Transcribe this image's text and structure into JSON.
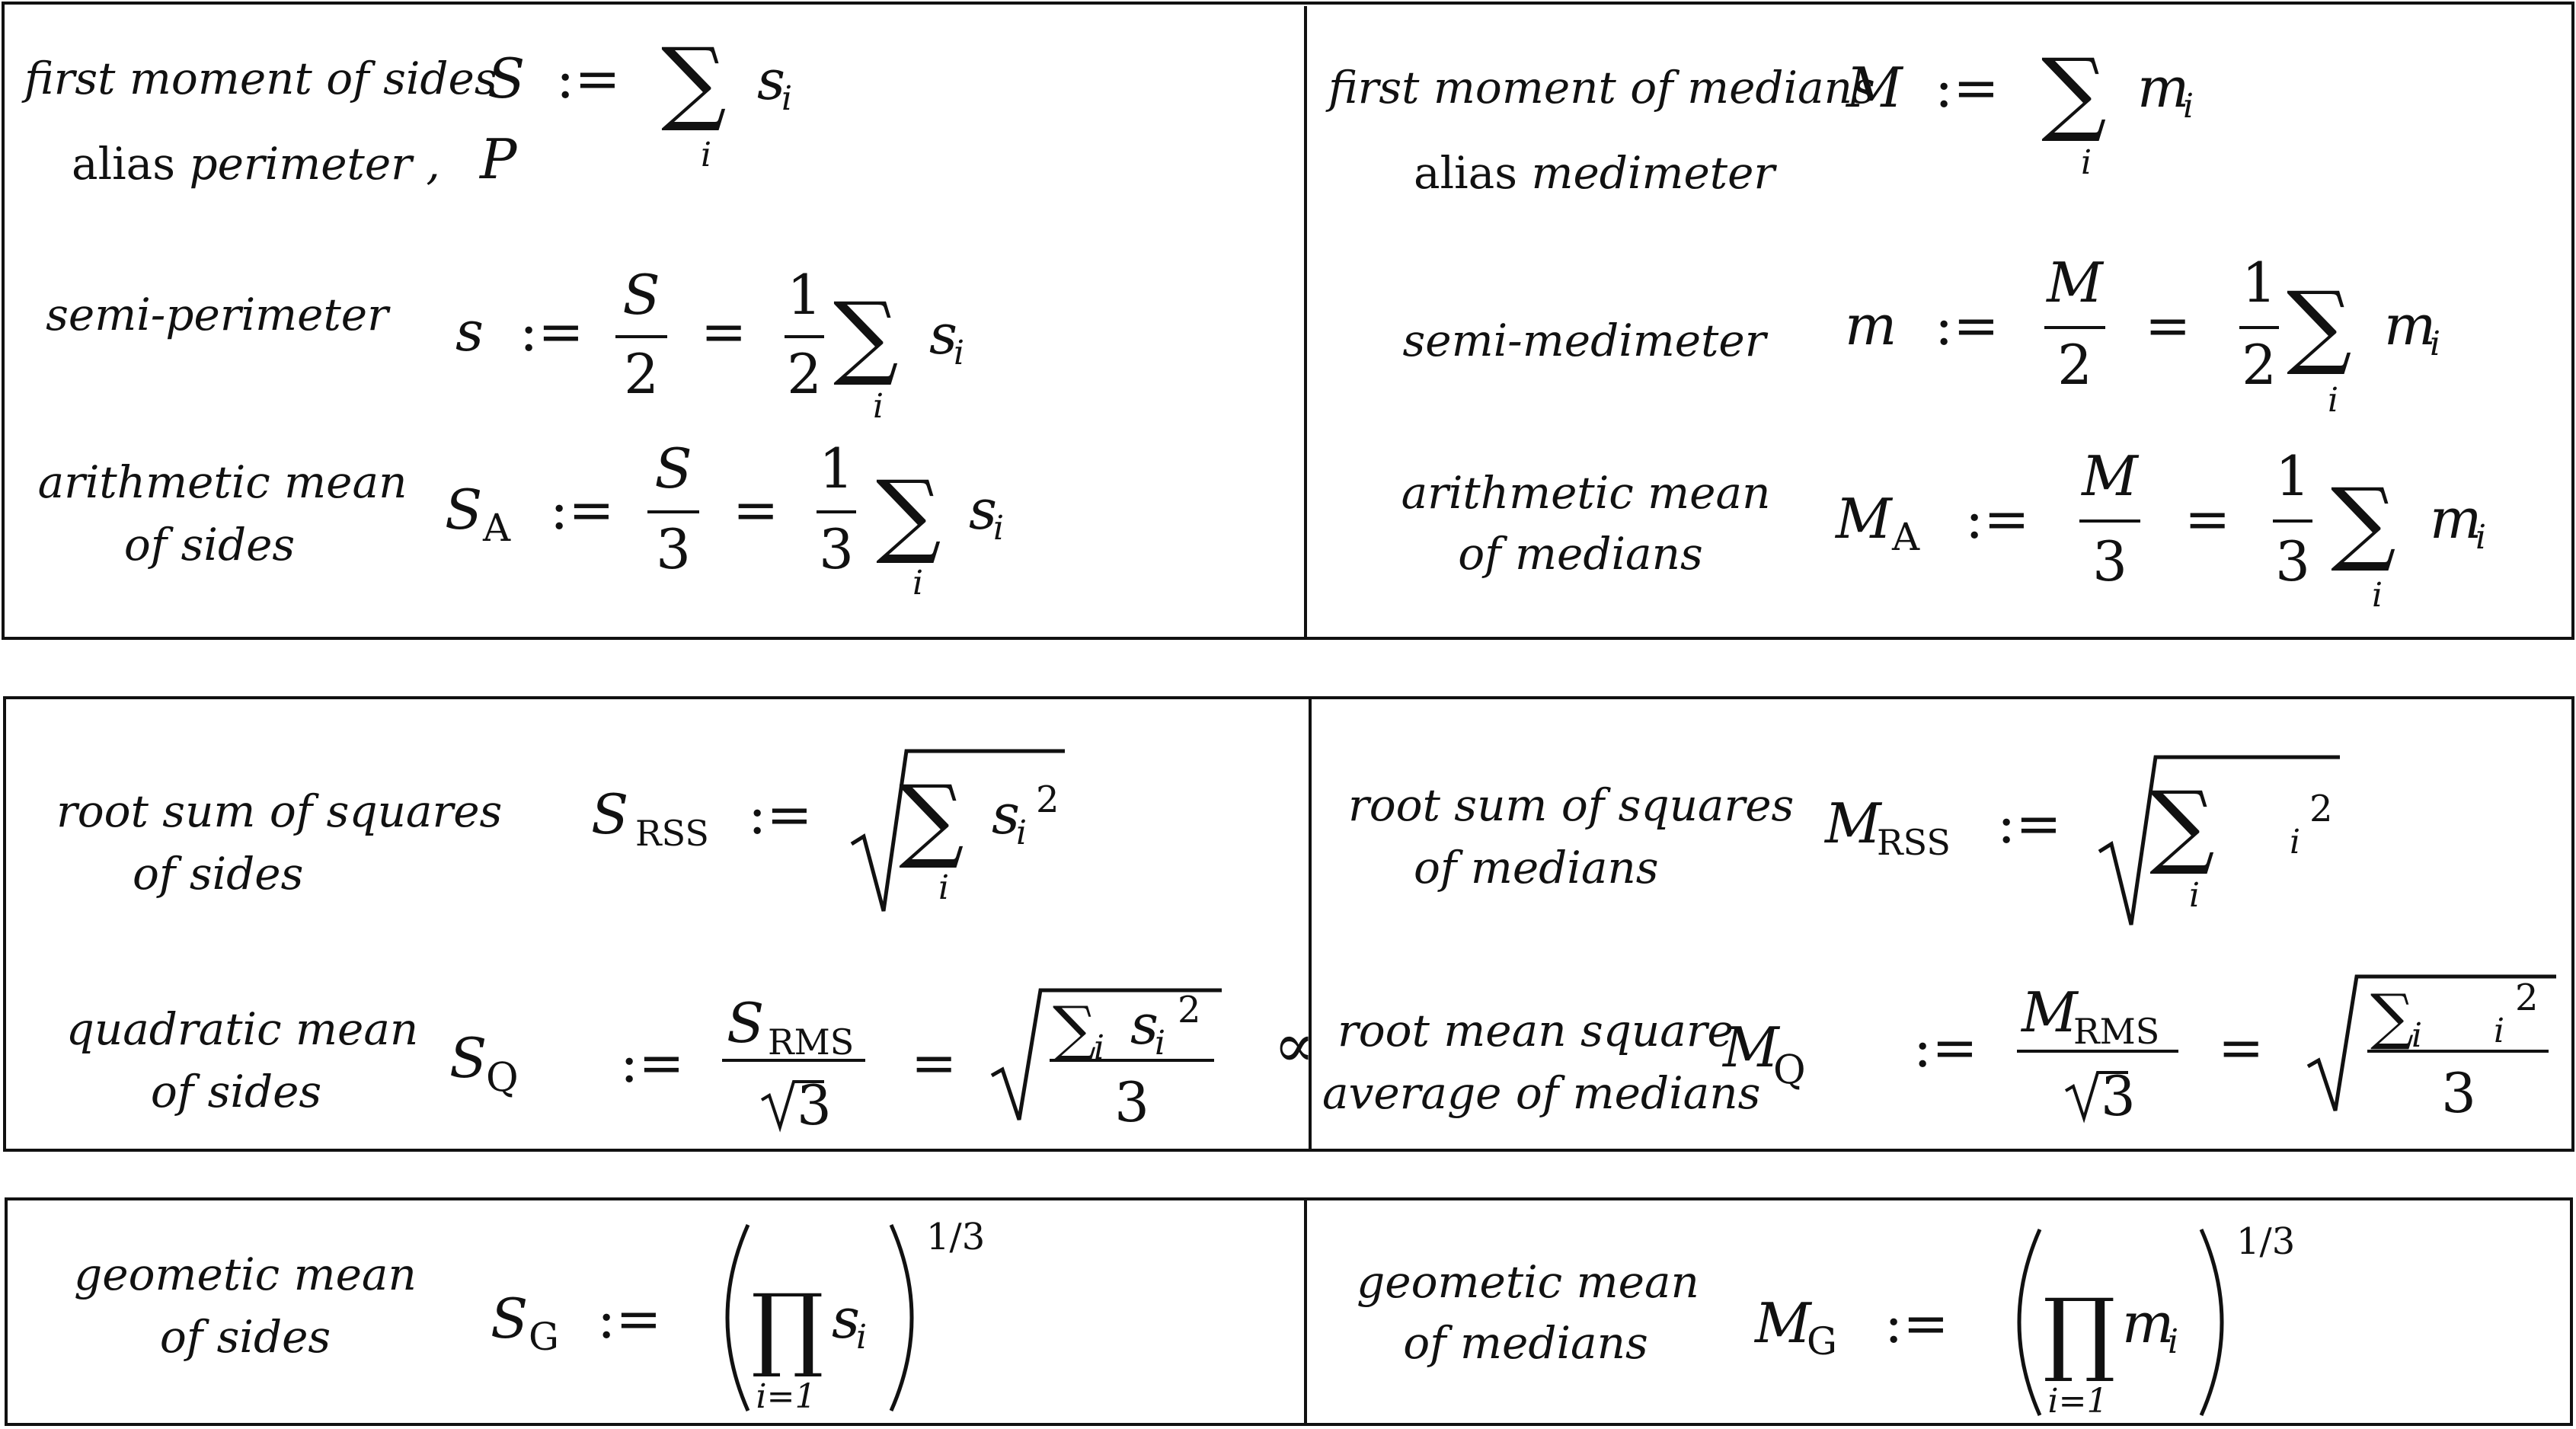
{
  "boxes": {
    "top": {
      "left": {
        "first_moment_label": "first moment of sides",
        "first_moment_sym": "S",
        "assign": ":=",
        "sum_of": "s",
        "index": "i",
        "alias_prefix": "alias",
        "alias_word": "perimeter ,",
        "alias_sym": "P",
        "semi_label": "semi-perimeter",
        "semi_sym": "s",
        "half_num": "S",
        "half_den": "2",
        "eq": "=",
        "one": "1",
        "two": "2",
        "amean_line1": "arithmetic mean",
        "amean_line2": "of sides",
        "amean_sym": "S",
        "amean_sub": "A",
        "third_num": "S",
        "three": "3"
      },
      "right": {
        "first_moment_label": "first moment of medians",
        "first_moment_sym": "M",
        "sum_of": "m",
        "alias_prefix": "alias",
        "alias_word": "medimeter",
        "semi_label": "semi-medimeter",
        "semi_sym": "m",
        "half_num": "M",
        "amean_line1": "arithmetic mean",
        "amean_line2": "of medians",
        "amean_sym": "M",
        "amean_sub": "A",
        "third_num": "M"
      }
    },
    "middle": {
      "left": {
        "rss_line1": "root sum of squares",
        "rss_line2": "of sides",
        "rss_sym": "S",
        "rss_sub": "RSS",
        "sq": "2",
        "q_line1": "quadratic mean",
        "q_line2": "of sides",
        "q_sym": "S",
        "q_sub": "Q",
        "rms_sym": "S",
        "rms_sub": "RMS",
        "root3": "3"
      },
      "right": {
        "prop_sign": "∝",
        "rss_line1": "root sum of  squares",
        "rss_line2": "of medians",
        "rss_sym": "M",
        "rss_sub": "RSS",
        "q_line1": "root mean square",
        "q_line2": "average of medians",
        "q_sym": "M",
        "q_sub": "Q",
        "rms_sym": "M",
        "rms_sub": "RMS"
      }
    },
    "bottom": {
      "left": {
        "g_line1": "geometic mean",
        "g_line2": "of sides",
        "g_sym": "S",
        "g_sub": "G",
        "prod_lower": "i=1",
        "exp": "1/3"
      },
      "right": {
        "g_line1": "geometic mean",
        "g_line2": "of medians",
        "g_sym": "M",
        "g_sub": "G"
      }
    }
  }
}
